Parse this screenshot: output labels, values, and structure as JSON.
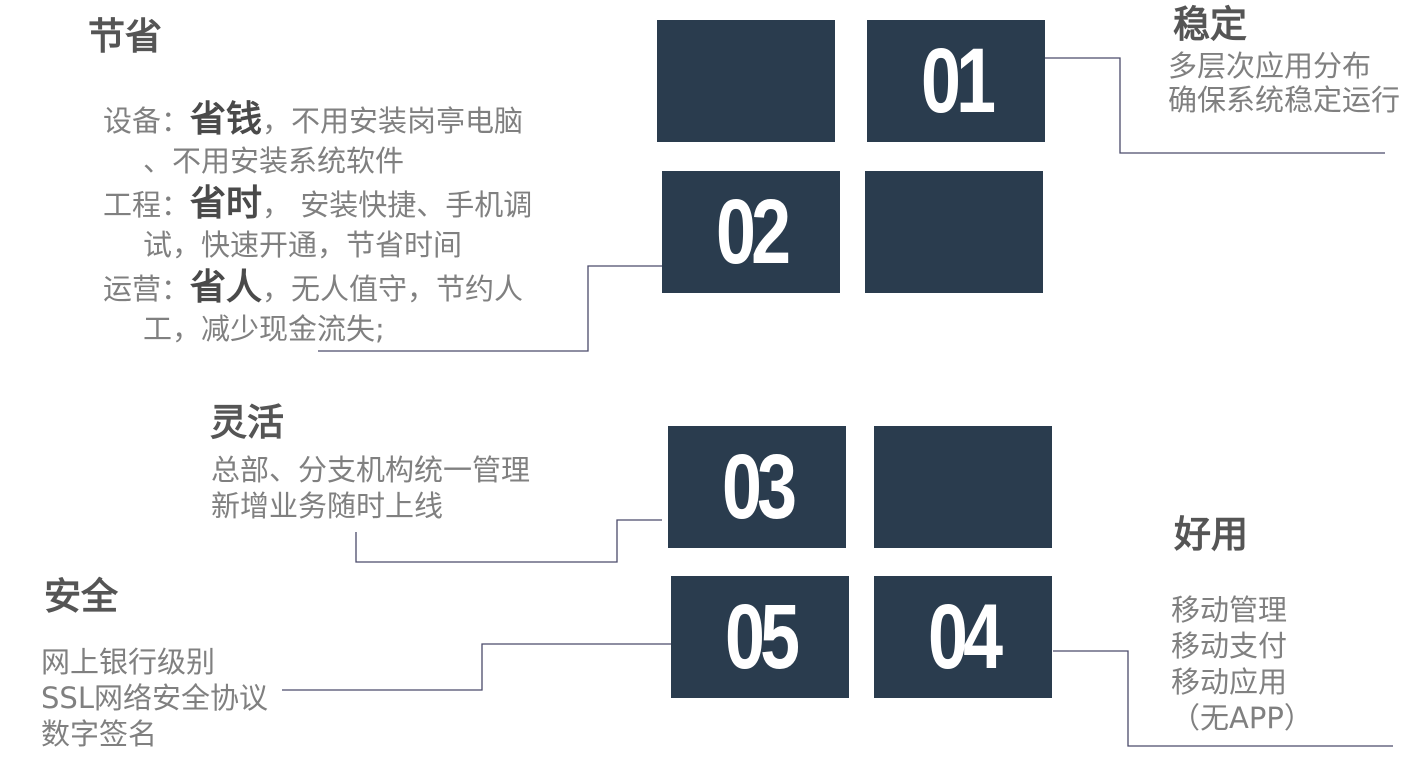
{
  "tiles": [
    {
      "label": ""
    },
    {
      "label": "01"
    },
    {
      "label": "02"
    },
    {
      "label": ""
    },
    {
      "label": "03"
    },
    {
      "label": ""
    },
    {
      "label": "05"
    },
    {
      "label": "04"
    }
  ],
  "save": {
    "title": "节省",
    "l1_prefix": "设备：",
    "l1_em": "省钱",
    "l1_rest": "，不用安装岗亭电脑",
    "l1_cont": "、不用安装系统软件",
    "l2_prefix": "工程：",
    "l2_em": "省时",
    "l2_rest": "， 安装快捷、手机调",
    "l2_cont": "试，快速开通，节省时间",
    "l3_prefix": "运营：",
    "l3_em": "省人",
    "l3_rest": "，无人值守，节约人",
    "l3_cont": "工，减少现金流失;"
  },
  "stable": {
    "title": "稳定",
    "line1": "多层次应用分布",
    "line2": "确保系统稳定运行"
  },
  "flexible": {
    "title": "灵活",
    "line1": "总部、分支机构统一管理",
    "line2": "新增业务随时上线"
  },
  "useful": {
    "title": "好用",
    "line1": "移动管理",
    "line2": "移动支付",
    "line3": "移动应用",
    "line4": "（无APP）"
  },
  "secure": {
    "title": "安全",
    "line1": "网上银行级别",
    "line2": "SSL网络安全协议",
    "line3": "数字签名"
  },
  "colors": {
    "tile": "#2a3c4e",
    "connector": "#4a4a6a",
    "heading": "#555555",
    "text": "#808080"
  }
}
